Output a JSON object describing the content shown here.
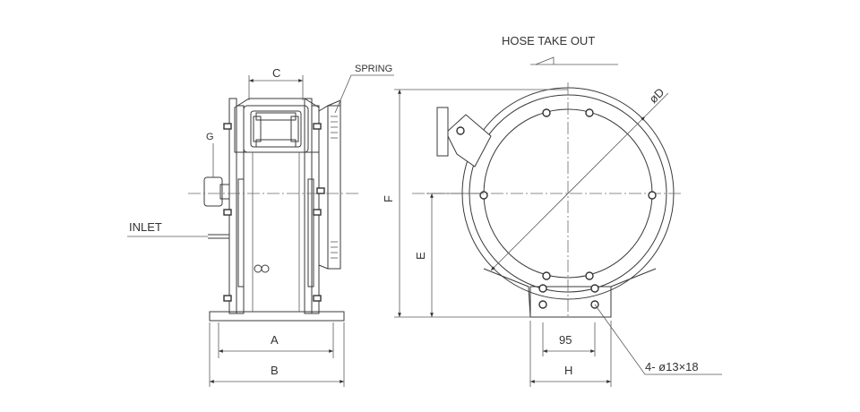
{
  "labels": {
    "hose_take_out": "HOSE TAKE OUT",
    "spring": "SPRING",
    "inlet": "INLET",
    "g": "G",
    "c": "C",
    "a": "A",
    "b": "B",
    "e": "E",
    "f": "F",
    "h": "H",
    "dim_95": "95",
    "phi_d": "øD",
    "holes": "4- ø13×18"
  }
}
